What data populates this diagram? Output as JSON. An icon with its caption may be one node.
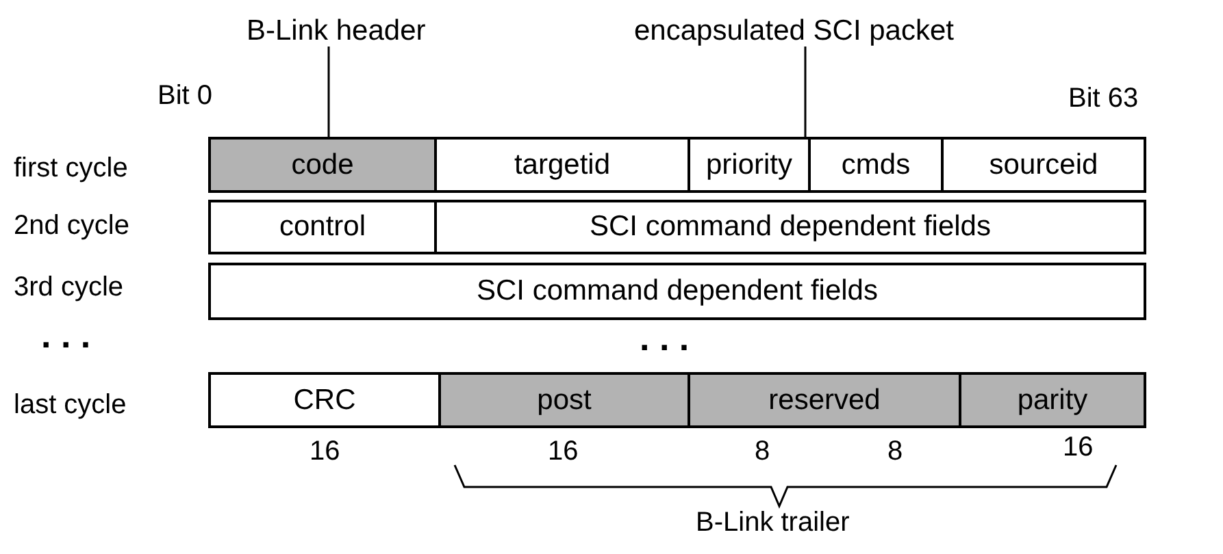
{
  "diagram": {
    "nodes": [
      {
        "text": [
          "B-Link header"
        ]
      },
      {
        "text": [
          "encapsulated SCI packet"
        ]
      },
      {
        "text": [
          "code"
        ]
      },
      {
        "text": [
          "targetid"
        ]
      },
      {
        "text": [
          "priority"
        ]
      },
      {
        "text": [
          "cmds"
        ]
      },
      {
        "text": [
          "sourceid"
        ]
      },
      {
        "text": [
          "control"
        ]
      },
      {
        "text": [
          "SCI command dependent fields"
        ]
      },
      {
        "text": [
          "SCI command dependent fields"
        ]
      },
      {
        "text": [
          "CRC"
        ]
      },
      {
        "text": [
          "post"
        ]
      },
      {
        "text": [
          "reserved"
        ]
      },
      {
        "text": [
          "parity"
        ]
      }
    ],
    "edges": [
      {
        "from": 0,
        "to": 2,
        "arrow": "none"
      },
      {
        "from": 1,
        "to": 4,
        "arrow": "none"
      }
    ],
    "labels": [
      "Bit 0",
      "Bit 63",
      "first cycle",
      "2nd cycle",
      "3rd cycle",
      ". . .",
      ". . .",
      "last cycle",
      "16",
      "16",
      "8",
      "8",
      "16",
      "B-Link trailer"
    ]
  }
}
